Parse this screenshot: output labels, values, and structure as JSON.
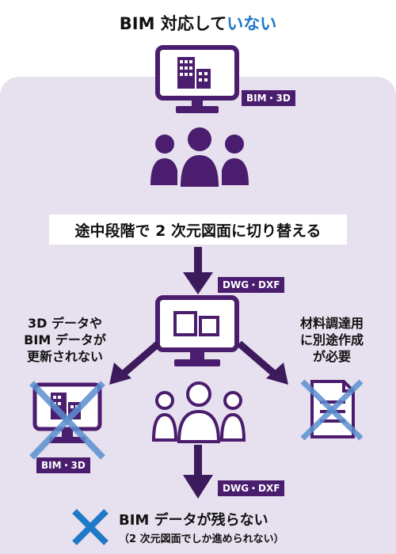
{
  "title": {
    "main": "BIM 対応して",
    "highlight": "いない"
  },
  "tags": {
    "top_bim": "BIM・3D",
    "dwg_mid": "DWG・DXF",
    "bim_left": "BIM・3D",
    "dwg_bottom": "DWG・DXF"
  },
  "banner": "途中段階で 2 次元図面に切り替える",
  "left_note": [
    "3D データや",
    "BIM データが",
    "更新されない"
  ],
  "right_note": [
    "材料調達用",
    "に別途作成",
    "が必要"
  ],
  "bottom": {
    "line1": "BIM データが残らない",
    "line2": "（2 次元図面でしか進められない）"
  },
  "colors": {
    "purple": "#4a1d6e",
    "panel": "#e7e0ee",
    "blue": "#1f78c8",
    "cross": "#5b8fd0"
  }
}
